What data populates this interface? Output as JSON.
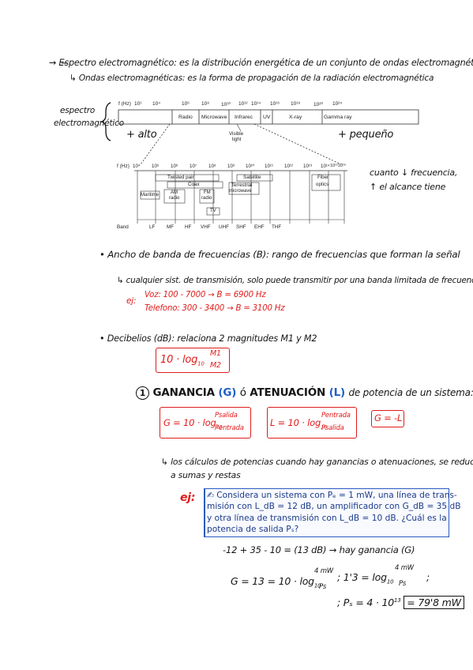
{
  "notes": {
    "line1": "→ Espectro electromagnético: es la distribución energética de un conjunto de ondas electromagnéticas",
    "line2": "↳ Ondas electromagnéticas: es la forma de propagación de la radiación electromagnética",
    "espectro_label_1": "espectro",
    "espectro_label_2": "electromagnético",
    "alto": "+ alto",
    "pequeno": "+ pequeño",
    "cuanto_1": "cuanto ↓ frecuencia,",
    "cuanto_2": "↑ el alcance tiene",
    "ancho_banda": "• Ancho de banda de frecuencias (B): rango de frecuencias que forman la señal",
    "cualquier": "↳ cualquier sist. de transmisión, solo puede transmitir por una banda limitada de frecuencias",
    "ej_label": "ej:",
    "voz": "Voz: 100 - 7000 → B = 6900 Hz",
    "telefono": "Telefono: 300 - 3400 → B = 3100 Hz",
    "decibelios": "• Decibelios (dB): relaciona 2 magnitudes M1 y M2",
    "formula_db_prefix": "10 · log",
    "formula_db_sub": "10",
    "formula_db_num": "M1",
    "formula_db_den": "M2",
    "ganancia_num": "1",
    "ganancia_title_a": "GANANCIA",
    "ganancia_g": "(G)",
    "ganancia_o": "ó",
    "atenuacion": "ATENUACIÓN",
    "atenuacion_l": "(L)",
    "ganancia_title_b": "de potencia de un sistema:",
    "g_formula_prefix": "G = 10 · log",
    "g_formula_sub": "10",
    "g_num": "Psalida",
    "g_den": "Pentrada",
    "l_formula_prefix": "L = 10 · log",
    "l_formula_sub": "10",
    "l_num": "Pentrada",
    "l_den": "Psalida",
    "g_eq_l": "G = -L",
    "calculos_1": "↳ los cálculos de potencias cuando hay ganancias o atenuaciones, se reducen",
    "calculos_2": "a sumas y restas",
    "ej2_label": "ej:",
    "question": [
      "✍ Considera un sistema con Pₑ = 1 mW, una línea de trans-",
      "misión con L_dB = 12 dB, un amplificador con G_dB = 35 dB",
      "y otra línea de transmisión con L_dB = 10 dB. ¿Cuál es la",
      "potencia de salida Pₛ?"
    ],
    "calc1": "-12 + 35 - 10 = (13 dB) → hay ganancia (G)",
    "calc2_a": "G = 13 = 10 · log",
    "calc2_sub": "10",
    "calc2_num": "4 mW",
    "calc2_den": "Ps",
    "calc2_b": "; 1'3 = log",
    "calc2_b_sub": "10",
    "calc2_b_num": "4 mW",
    "calc2_b_den": "Ps",
    "calc2_end": ";",
    "calc3": "; Pₛ = 4 · 10",
    "calc3_exp": "13",
    "calc3_result": "= 79'8 mW"
  },
  "spectrum_top": {
    "axis_label": "f (Hz)",
    "ticks": [
      "10¹",
      "10⁴",
      "10⁶",
      "10⁸",
      "10¹⁰",
      "10¹²",
      "10¹⁴",
      "10¹⁶",
      "10¹⁸",
      "10²⁰",
      "10²⁴"
    ],
    "bands": [
      "Radio",
      "Microwave",
      "Infrarec",
      "UV",
      "X-ray",
      "Gamma ray"
    ],
    "visible_label_1": "Visible",
    "visible_label_2": "light"
  },
  "spectrum_bottom": {
    "axis_label": "f (Hz)",
    "ticks": [
      "10⁴",
      "10⁵",
      "10⁶",
      "10⁷",
      "10⁸",
      "10⁹",
      "10¹⁰",
      "10¹¹",
      "10¹²",
      "10¹³",
      "10¹⁴",
      "10¹⁵",
      "10¹⁶"
    ],
    "media": [
      "Twisted pair",
      "Coax",
      "Satellite",
      "Terrestrial",
      "microwave",
      "Fiber",
      "optics",
      "Maritime",
      "AM",
      "radio",
      "FM",
      "radio",
      "TV"
    ],
    "band_label": "Band",
    "bands": [
      "LF",
      "MF",
      "HF",
      "VHF",
      "UHF",
      "SHF",
      "EHF",
      "THF"
    ]
  }
}
